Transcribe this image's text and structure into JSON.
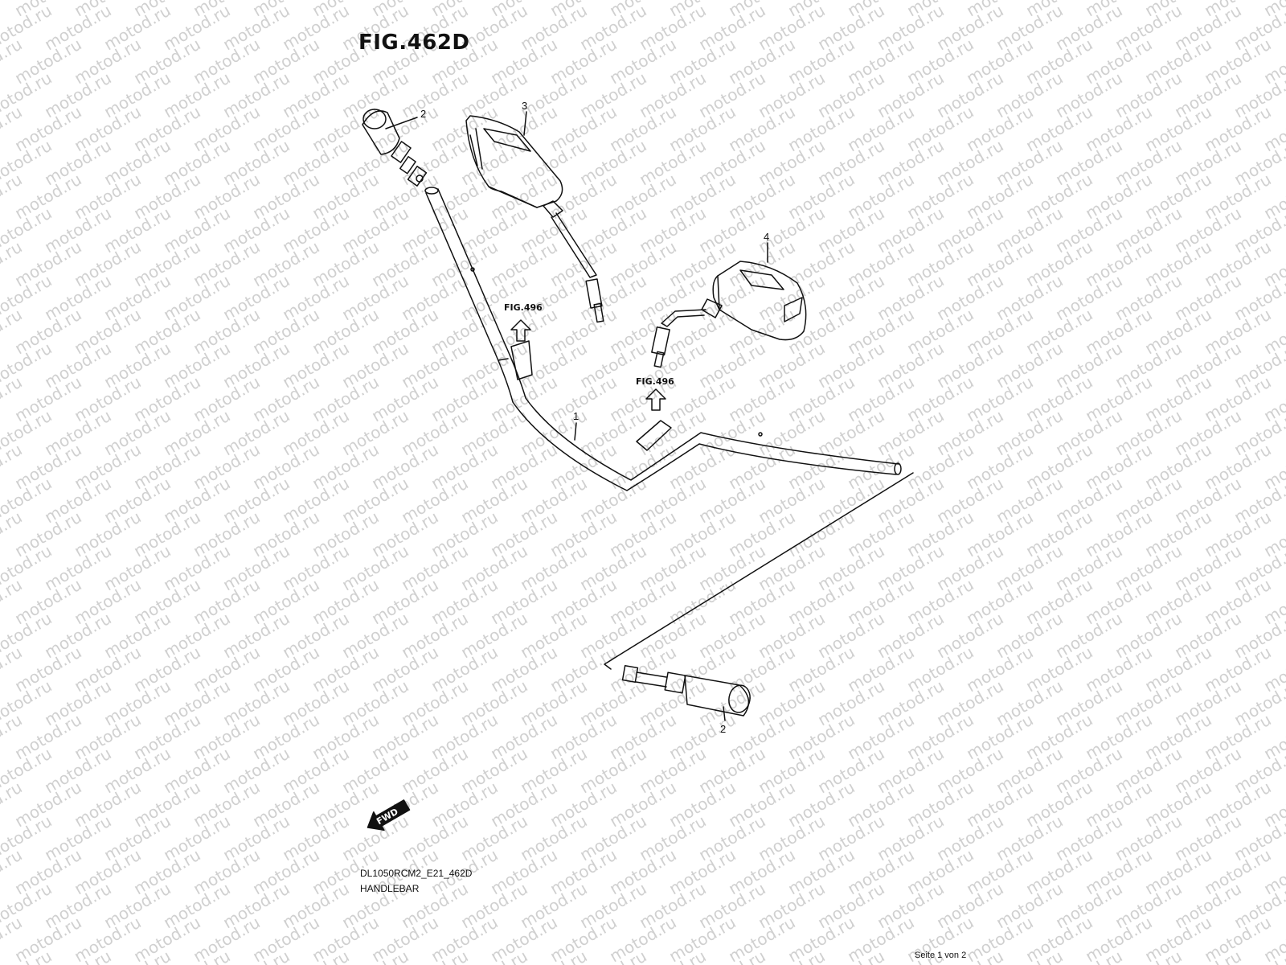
{
  "figure": {
    "title": "FIG.462D",
    "code": "DL1050RCM2_E21_462D",
    "name": "HANDLEBAR",
    "page_indicator": "Seite 1 von 2"
  },
  "callouts": {
    "handlebar": "1",
    "balancer_left": "2",
    "mirror_right": "3",
    "mirror_left": "4",
    "balancer_right": "2"
  },
  "references": {
    "ref_left": "FIG.496",
    "ref_right": "FIG.496"
  },
  "fwd_label": "FWD",
  "watermark_text": "motod.ru"
}
